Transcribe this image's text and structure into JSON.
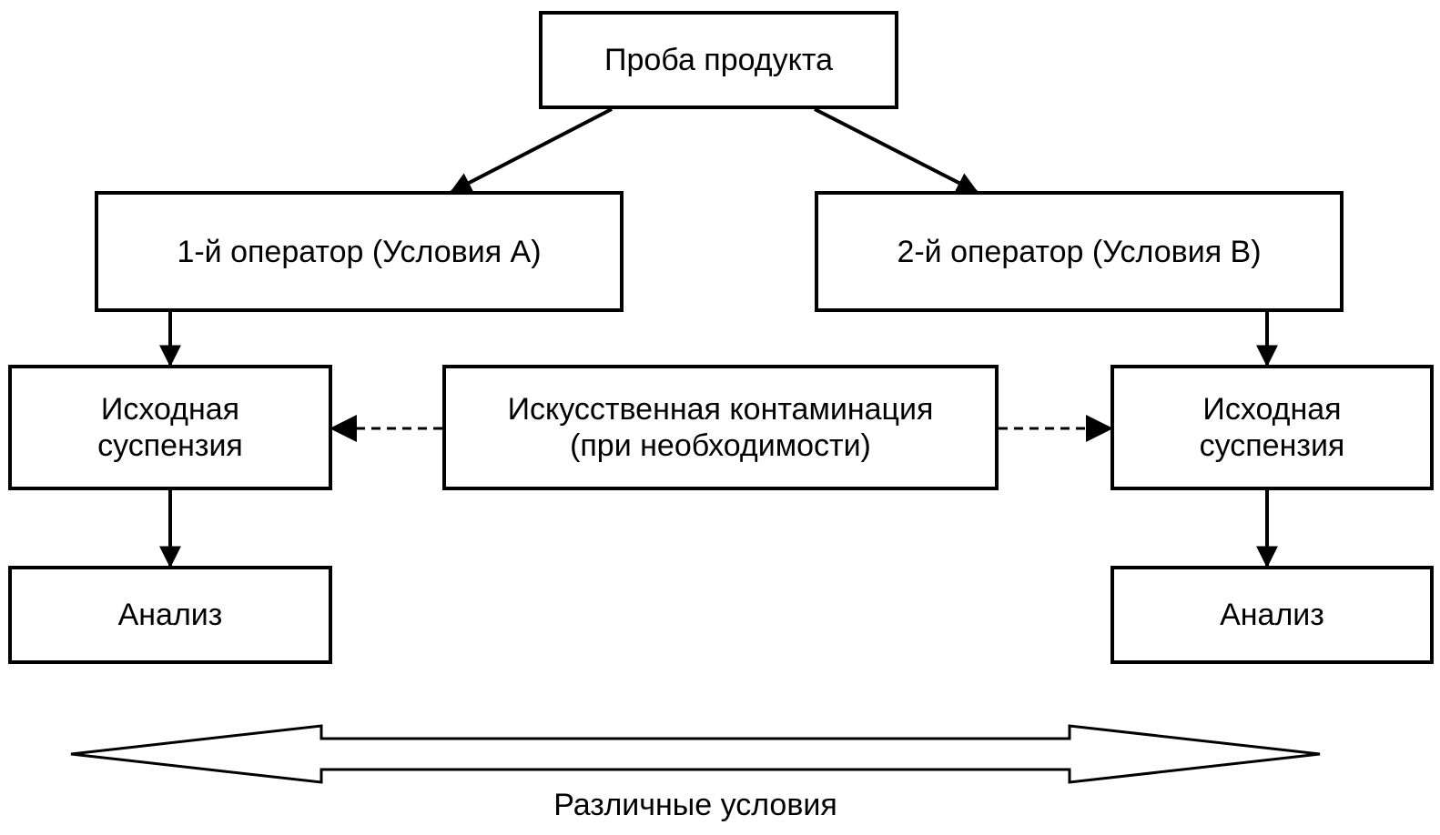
{
  "nodes": {
    "sample": "Проба продукта",
    "operator1": "1-й оператор (Условия А)",
    "operator2": "2-й оператор (Условия В)",
    "suspension_left": [
      "Исходная",
      "суспензия"
    ],
    "contamination": [
      "Искусственная контаминация",
      "(при необходимости)"
    ],
    "suspension_right": [
      "Исходная",
      "суспензия"
    ],
    "analysis_left": "Анализ",
    "analysis_right": "Анализ"
  },
  "bottom_label": "Различные условия"
}
